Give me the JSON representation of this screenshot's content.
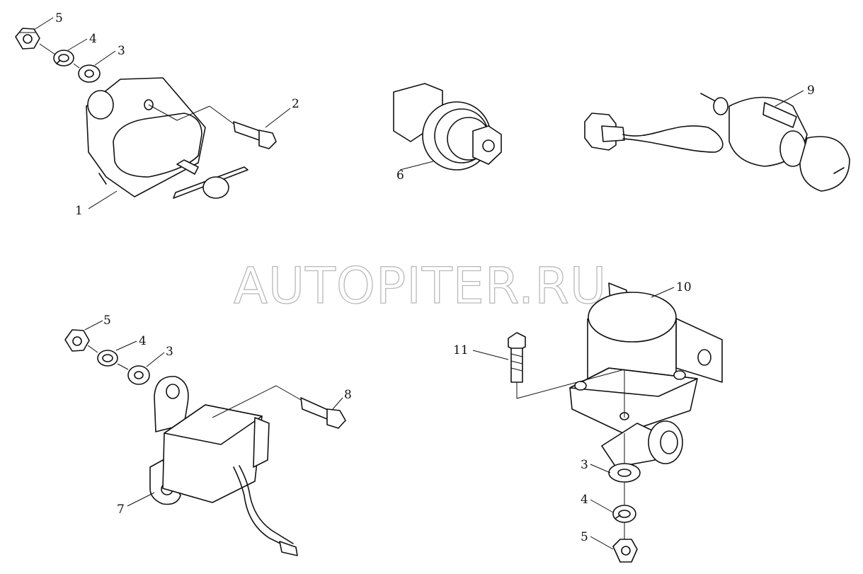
{
  "watermark": "AUTOPITER.RU",
  "callouts": {
    "c5a": "5",
    "c4a": "4",
    "c3a": "3",
    "c2": "2",
    "c1": "1",
    "c6": "6",
    "c9": "9",
    "c5b": "5",
    "c4b": "4",
    "c3b": "3",
    "c8": "8",
    "c7": "7",
    "c10": "10",
    "c11": "11",
    "c3c": "3",
    "c4c": "4",
    "c5c": "5"
  },
  "icons": {
    "nut": "hex-nut-icon",
    "lock_washer": "lock-washer-icon",
    "flat_washer": "flat-washer-icon",
    "bolt": "bolt-icon"
  }
}
